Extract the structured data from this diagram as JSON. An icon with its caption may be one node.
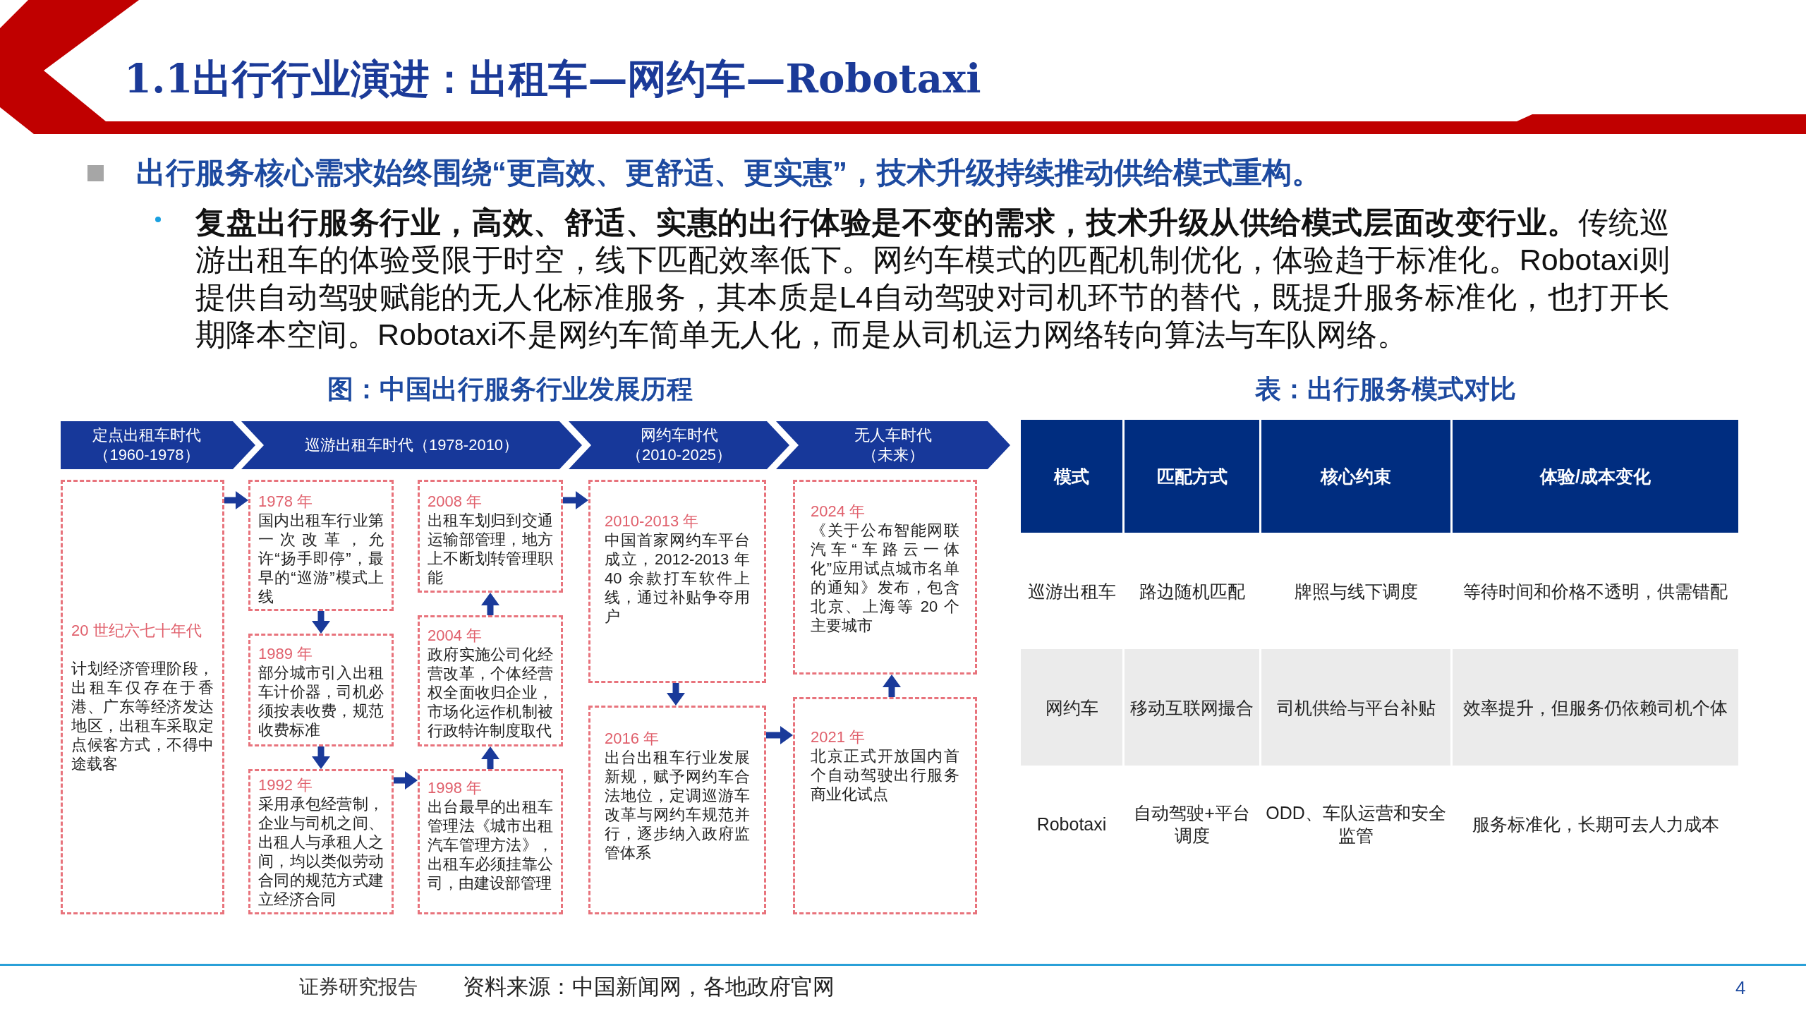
{
  "diagram": {
    "title": "1.1出行行业演进：出租车—网约车—Robotaxi",
    "nodes": [
      {
        "text": [
          "定点出租车时代",
          "（1960-1978）"
        ]
      },
      {
        "text": [
          "巡游出租车时代（1978-2010）"
        ]
      },
      {
        "text": [
          "网约车时代",
          "（2010-2025）"
        ]
      },
      {
        "text": [
          "无人车时代",
          "（未来）"
        ]
      },
      {
        "text": [
          "20 世纪六七十年代",
          "计划经济管理阶段，出租车仅存在于香港、广东等经济发达地区，出租车采取定点候客方式，不得中途载客"
        ]
      },
      {
        "text": [
          "1978 年",
          "国内出租车行业第一次改革，允许“扬手即停”，最早的“巡游”模式上线"
        ]
      },
      {
        "text": [
          "1989 年",
          "部分城市引入出租车计价器，司机必须按表收费，规范收费标准"
        ]
      },
      {
        "text": [
          "1992 年",
          "采用承包经营制，企业与司机之间、出租人与承租人之间，均以类似劳动合同的规范方式建立经济合同"
        ]
      },
      {
        "text": [
          "1998 年",
          "出台最早的出租车管理法《城市出租汽车管理方法》，出租车必须挂靠公司，由建设部管理"
        ]
      },
      {
        "text": [
          "2004 年",
          "政府实施公司化经营改革，个体经营权全面收归企业，市场化运作机制被行政特许制度取代"
        ]
      },
      {
        "text": [
          "2008 年",
          "出租车划归到交通运输部管理，地方上不断划转管理职能"
        ]
      },
      {
        "text": [
          "2010-2013 年",
          "中国首家网约车平台成立，2012-2013 年 40 余款打车软件上线，通过补贴争夺用户"
        ]
      },
      {
        "text": [
          "2016 年",
          "出台出租车行业发展新规，赋予网约车合法地位，定调巡游车改革与网约车规范并行，逐步纳入政府监管体系"
        ]
      },
      {
        "text": [
          "2021 年",
          "北京正式开放国内首个自动驾驶出行服务商业化试点"
        ]
      },
      {
        "text": [
          "2024 年",
          "《关于公布智能网联汽车“车路云一体化”应用试点城市名单的通知》发布，包含北京、上海等 20 个主要城市"
        ]
      }
    ],
    "edges": [
      {
        "from": 4,
        "to": 5,
        "arrow": "to"
      },
      {
        "from": 5,
        "to": 6,
        "arrow": "to"
      },
      {
        "from": 6,
        "to": 7,
        "arrow": "to"
      },
      {
        "from": 7,
        "to": 8,
        "arrow": "to"
      },
      {
        "from": 8,
        "to": 9,
        "arrow": "to"
      },
      {
        "from": 9,
        "to": 10,
        "arrow": "to"
      },
      {
        "from": 10,
        "to": 11,
        "arrow": "to"
      },
      {
        "from": 11,
        "to": 12,
        "arrow": "to"
      },
      {
        "from": 12,
        "to": 13,
        "arrow": "to"
      },
      {
        "from": 13,
        "to": 14,
        "arrow": "to"
      }
    ],
    "labels": [
      "出行服务核心需求始终围绕“更高效、更舒适、更实惠”，技术升级持续推动供给模式重构。",
      "**复盘出行服务行业，高效、舒适、实惠的出行体验是不变的需求，技术升级从供给模式层面改变行业。**传统巡游出租车的体验受限于时空，线下匹配效率低下。网约车模式的匹配机制优化，体验趋于标准化。Robotaxi则提供自动驾驶赋能的无人化标准服务，其本质是L4自动驾驶对司机环节的替代，既提升服务标准化，也打开长期降本空间。Robotaxi不是网约车简单无人化，而是从司机运力网络转向算法与车队网络。",
      "图：中国出行服务行业发展历程",
      "表：出行服务模式对比",
      "模式",
      "匹配方式",
      "核心约束",
      "体验/成本变化",
      "巡游出租车",
      "路边随机匹配",
      "牌照与线下调度",
      "等待时间和价格不透明，供需错配",
      "网约车",
      "移动互联网撮合",
      "司机供给与平台补贴",
      "效率提升，但服务仍依赖司机个体",
      "Robotaxi",
      "自动驾驶+平台调度",
      "ODD、车队运营和安全监管",
      "服务标准化，长期可去人力成本",
      "证券研究报告",
      "资料来源：中国新闻网，各地政府官网",
      "4"
    ]
  }
}
